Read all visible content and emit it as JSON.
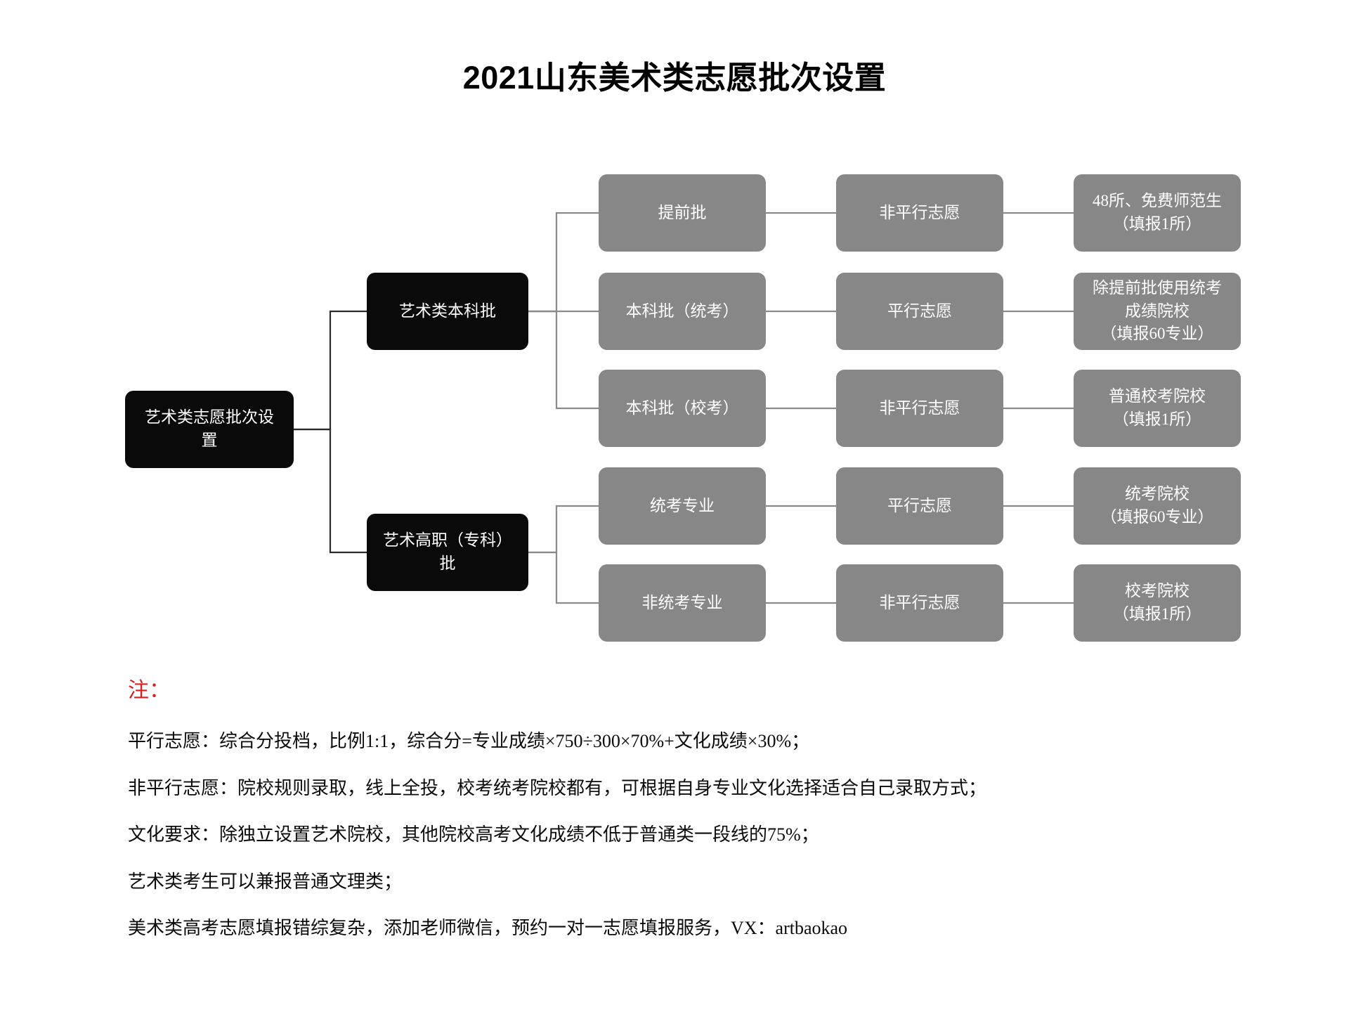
{
  "title": "2021山东美术类志愿批次设置",
  "colors": {
    "root_node_bg": "#0a0a0a",
    "branch_node_bg": "#0a0a0a",
    "leaf_node_bg": "#878787",
    "node_text": "#ffffff",
    "connector_line": "#7f7f7f",
    "root_connector_line": "#2b2b2b",
    "note_heading": "#d61f1f",
    "note_text": "#0b0b0b",
    "page_bg": "#ffffff"
  },
  "tree": {
    "root": {
      "label": "艺术类志愿批次设\n置",
      "name": "root-node"
    },
    "branches": [
      {
        "name": "branch-undergraduate",
        "label": "艺术类本科批"
      },
      {
        "name": "branch-vocational",
        "label": "艺术高职（专科）\n批"
      }
    ],
    "rows": [
      {
        "batch": "提前批",
        "mode": "非平行志愿",
        "scope": "48所、免费师范生\n（填报1所）",
        "parent": "branch-undergraduate"
      },
      {
        "batch": "本科批（统考）",
        "mode": "平行志愿",
        "scope": "除提前批使用统考\n成绩院校\n（填报60专业）",
        "parent": "branch-undergraduate"
      },
      {
        "batch": "本科批（校考）",
        "mode": "非平行志愿",
        "scope": "普通校考院校\n（填报1所）",
        "parent": "branch-undergraduate"
      },
      {
        "batch": "统考专业",
        "mode": "平行志愿",
        "scope": "统考院校\n（填报60专业）",
        "parent": "branch-vocational"
      },
      {
        "batch": "非统考专业",
        "mode": "非平行志愿",
        "scope": "校考院校\n（填报1所）",
        "parent": "branch-vocational"
      }
    ]
  },
  "notes": {
    "heading": "注：",
    "lines": [
      "平行志愿：综合分投档，比例1:1，综合分=专业成绩×750÷300×70%+文化成绩×30%；",
      "非平行志愿：院校规则录取，线上全投，校考统考院校都有，可根据自身专业文化选择适合自己录取方式；",
      "文化要求：除独立设置艺术院校，其他院校高考文化成绩不低于普通类一段线的75%；",
      "艺术类考生可以兼报普通文理类；",
      "美术类高考志愿填报错综复杂，添加老师微信，预约一对一志愿填报服务，VX：artbaokao"
    ]
  }
}
